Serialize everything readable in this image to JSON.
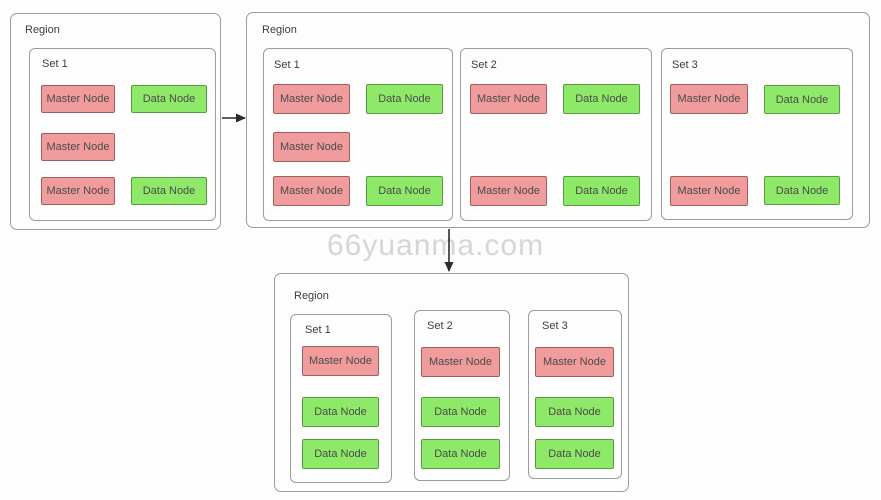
{
  "watermark": "66yuanma.com",
  "colors": {
    "canvas_bg": "#fdfdfd",
    "box_border": "#9c9c9c",
    "label_text": "#3c3c3c",
    "node_text": "#4a4a4a",
    "master_fill": "#f09c9c",
    "master_border": "#a05f5f",
    "data_fill": "#8fe968",
    "data_border": "#5a9a44",
    "arrow_color": "#2b2b2b",
    "watermark_color": "#d6d6d6"
  },
  "regions": [
    {
      "label": "Region",
      "sets": [
        {
          "label": "Set 1",
          "nodes": [
            {
              "type": "master",
              "label": "Master Node"
            },
            {
              "type": "data",
              "label": "Data Node"
            },
            {
              "type": "master",
              "label": "Master Node"
            },
            {
              "type": "master",
              "label": "Master Node"
            },
            {
              "type": "data",
              "label": "Data Node"
            }
          ]
        }
      ]
    },
    {
      "label": "Region",
      "sets": [
        {
          "label": "Set 1",
          "nodes": [
            {
              "type": "master",
              "label": "Master Node"
            },
            {
              "type": "data",
              "label": "Data Node"
            },
            {
              "type": "master",
              "label": "Master Node"
            },
            {
              "type": "master",
              "label": "Master Node"
            },
            {
              "type": "data",
              "label": "Data Node"
            }
          ]
        },
        {
          "label": "Set 2",
          "nodes": [
            {
              "type": "master",
              "label": "Master Node"
            },
            {
              "type": "data",
              "label": "Data Node"
            },
            {
              "type": "master",
              "label": "Master Node"
            },
            {
              "type": "data",
              "label": "Data Node"
            }
          ]
        },
        {
          "label": "Set 3",
          "nodes": [
            {
              "type": "master",
              "label": "Master Node"
            },
            {
              "type": "data",
              "label": "Data Node"
            },
            {
              "type": "master",
              "label": "Master Node"
            },
            {
              "type": "data",
              "label": "Data Node"
            }
          ]
        }
      ]
    },
    {
      "label": "Region",
      "sets": [
        {
          "label": "Set 1",
          "nodes": [
            {
              "type": "master",
              "label": "Master Node"
            },
            {
              "type": "data",
              "label": "Data Node"
            },
            {
              "type": "data",
              "label": "Data Node"
            }
          ]
        },
        {
          "label": "Set 2",
          "nodes": [
            {
              "type": "master",
              "label": "Master Node"
            },
            {
              "type": "data",
              "label": "Data Node"
            },
            {
              "type": "data",
              "label": "Data Node"
            }
          ]
        },
        {
          "label": "Set 3",
          "nodes": [
            {
              "type": "master",
              "label": "Master Node"
            },
            {
              "type": "data",
              "label": "Data Node"
            },
            {
              "type": "data",
              "label": "Data Node"
            }
          ]
        }
      ]
    }
  ]
}
